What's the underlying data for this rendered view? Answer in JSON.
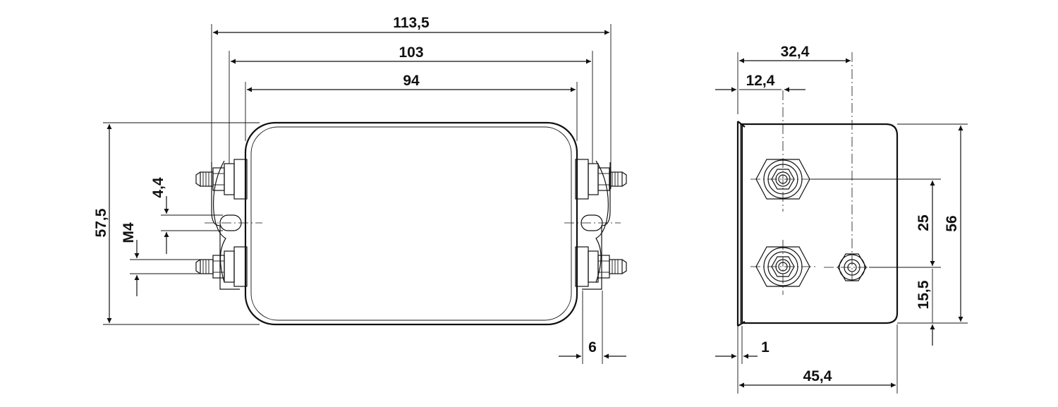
{
  "front_view": {
    "dim_overall_width": "113,5",
    "dim_flange_width": "103",
    "dim_body_width": "94",
    "dim_height": "57,5",
    "dim_slot": "4,4",
    "dim_thread": "M4",
    "dim_flange_thickness": "6"
  },
  "side_view": {
    "dim_terminal_offset": "32,4",
    "dim_hole_offset": "12,4",
    "dim_height": "56",
    "dim_terminal_spacing": "25",
    "dim_bottom_offset": "15,5",
    "dim_sheet_thickness": "1",
    "dim_depth": "45,4"
  }
}
